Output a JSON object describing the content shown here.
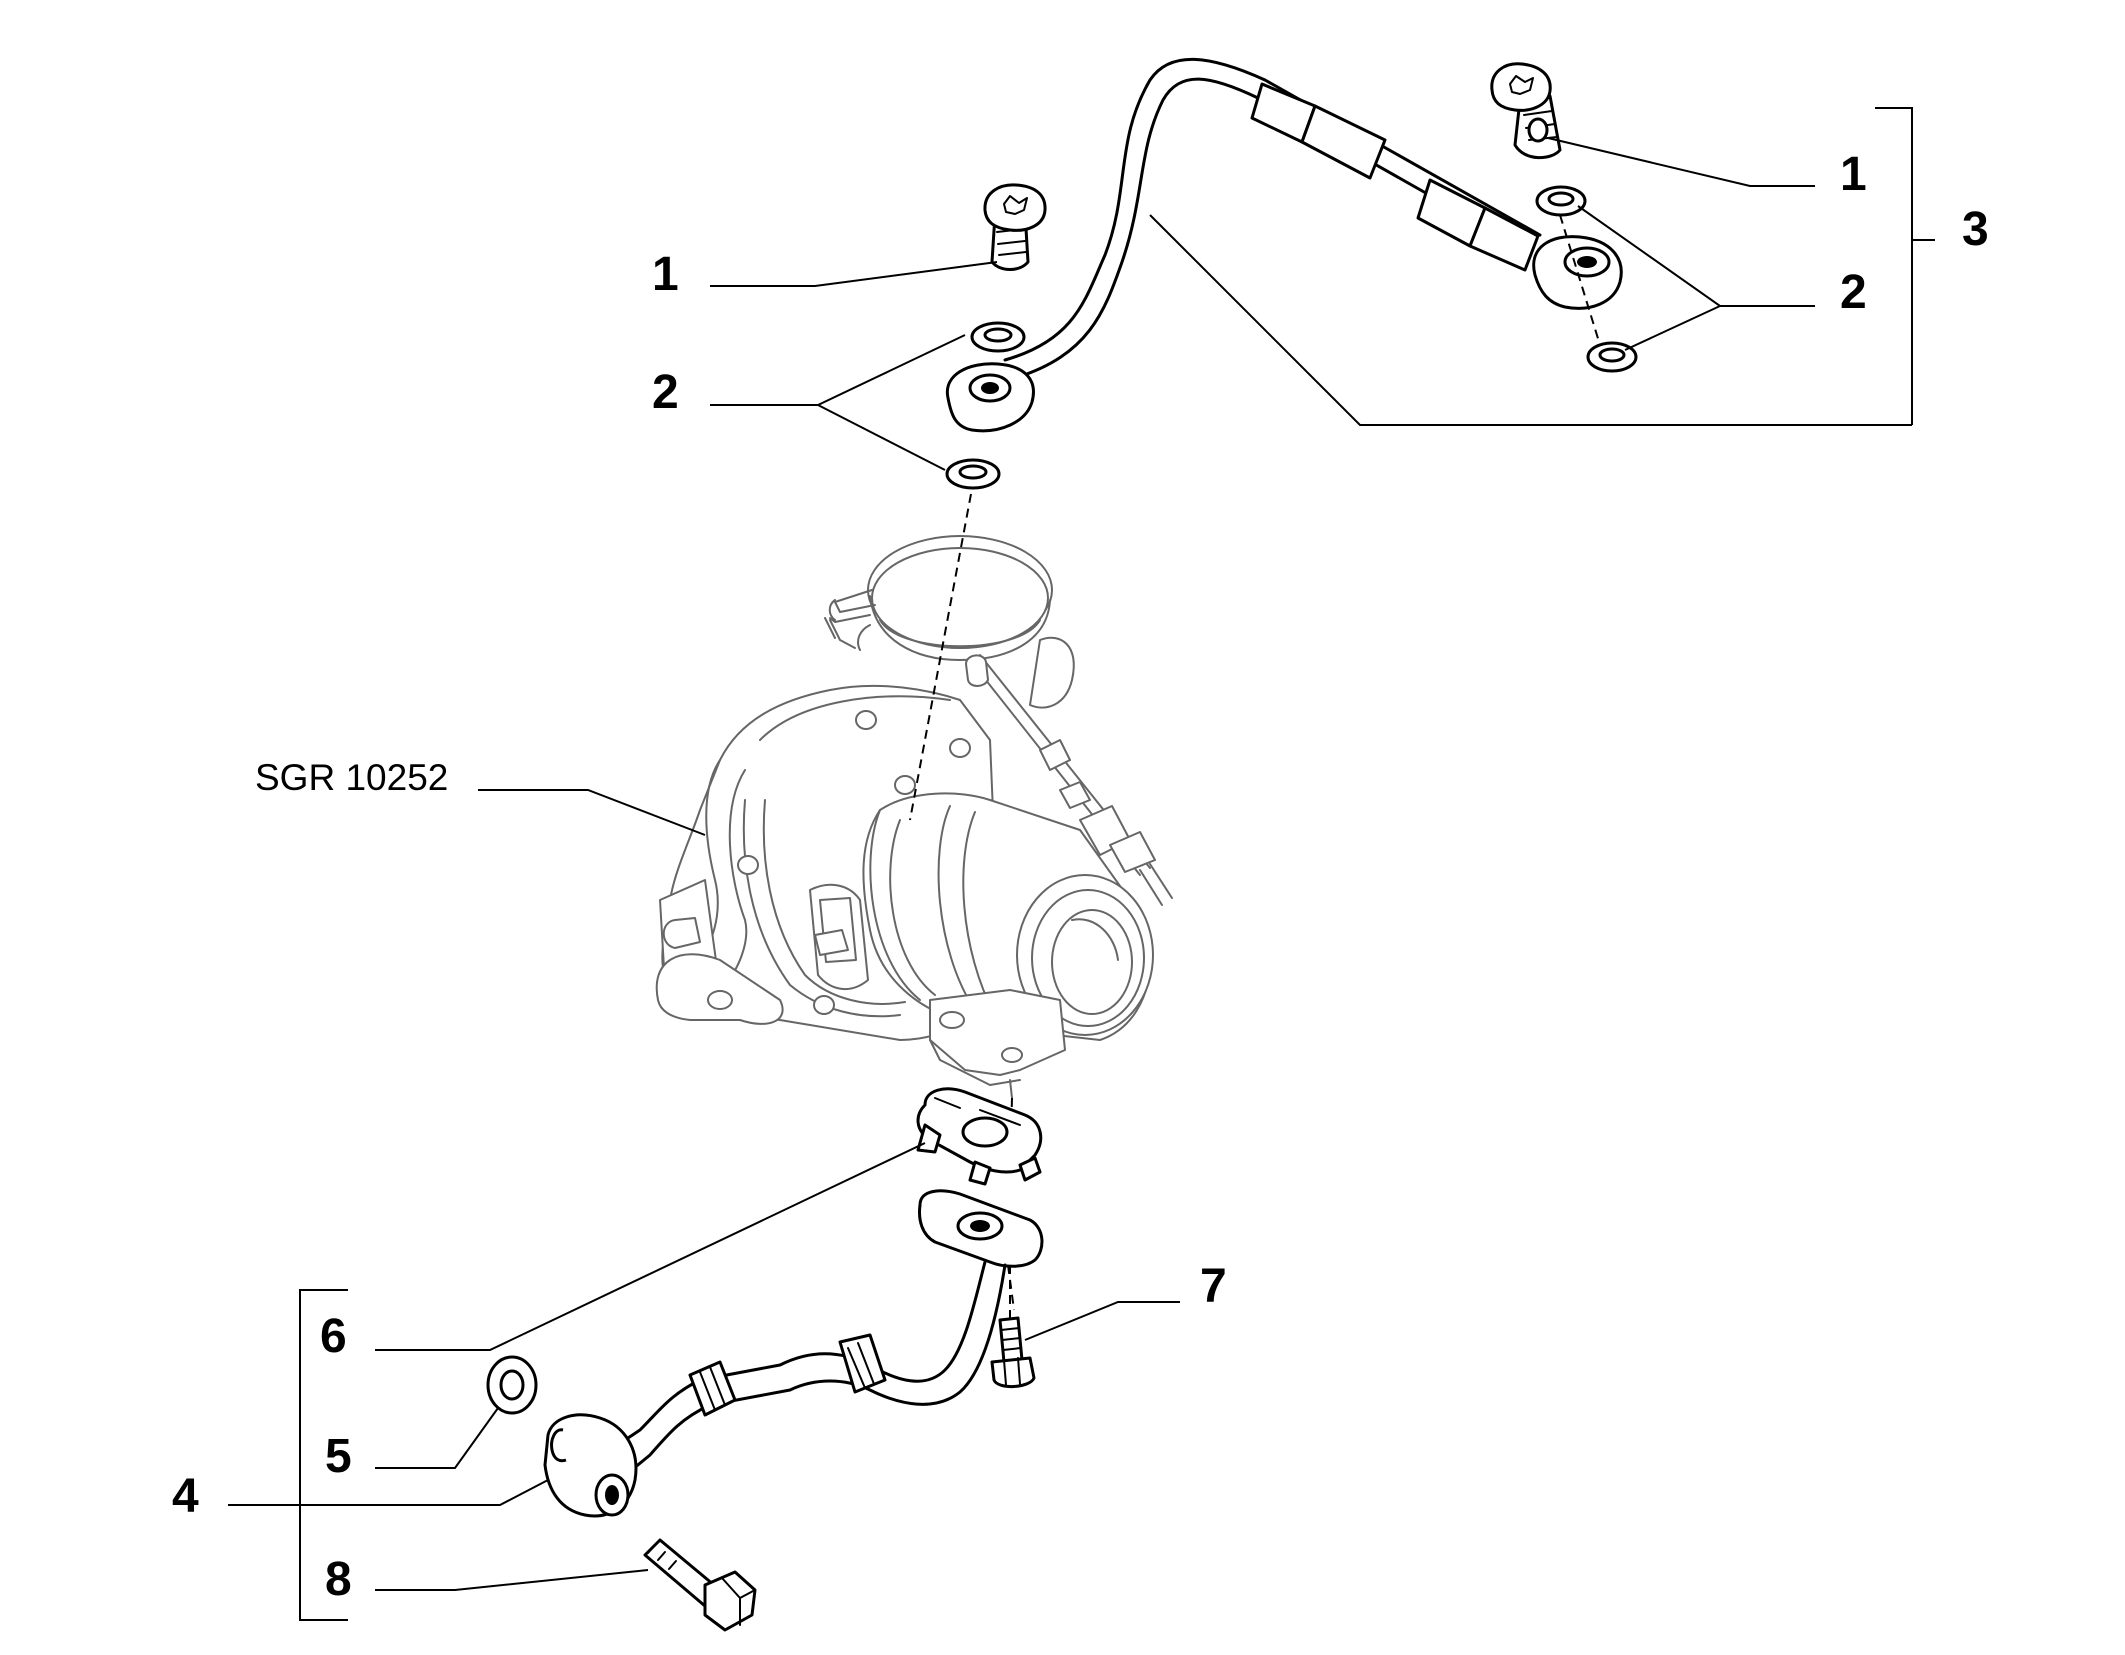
{
  "diagram": {
    "reference": "SGR 10252",
    "callouts": {
      "c1_left": "1",
      "c2_left": "2",
      "c1_right": "1",
      "c2_right": "2",
      "c3": "3",
      "c4": "4",
      "c5": "5",
      "c6": "6",
      "c7": "7",
      "c8": "8"
    }
  }
}
